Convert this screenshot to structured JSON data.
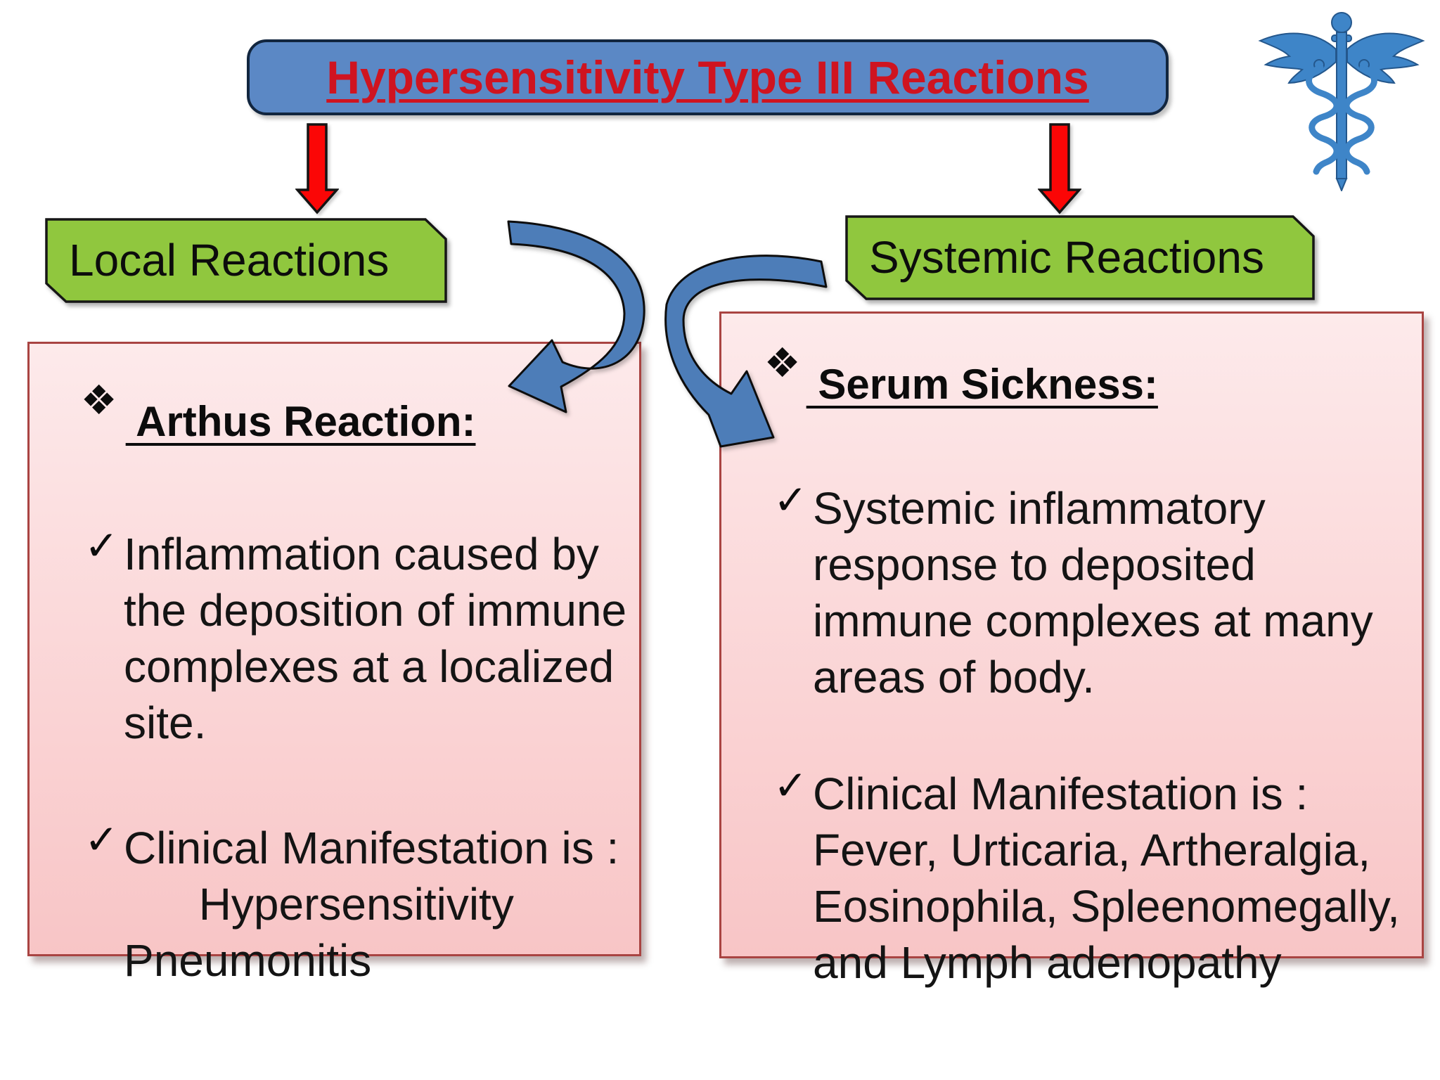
{
  "slide": {
    "title": "Hypersensitivity Type III Reactions",
    "left_branch_label": "Local Reactions",
    "right_branch_label": "Systemic Reactions"
  },
  "left_panel": {
    "bullet_glyph": "❖",
    "heading": " Arthus Reaction:",
    "check_glyph": "✓",
    "point1": "Inflammation caused by\nthe deposition of immune\ncomplexes at a localized\nsite.",
    "point2": "Clinical Manifestation is :\n      Hypersensitivity\nPneumonitis"
  },
  "right_panel": {
    "bullet_glyph": "❖",
    "heading": " Serum Sickness:",
    "check_glyph": "✓",
    "point1": "Systemic inflammatory\nresponse to deposited\nimmune complexes at many\nareas of body.",
    "point2": "Clinical Manifestation is :\nFever, Urticaria, Artheralgia,\nEosinophila, Spleenomegally,\nand Lymph adenopathy"
  },
  "icons": {
    "caduceus": "caduceus-medical-symbol",
    "red_down_arrow": "red-block-arrow-down",
    "blue_curved_arrows": "crossing-curved-arrows"
  },
  "colors": {
    "banner_blue": "#5b88c5",
    "title_red": "#cf1420",
    "branch_green": "#90c73e",
    "panel_pink_top": "#fdeaeb",
    "panel_pink_bottom": "#f8c5c6",
    "panel_border": "#a94442",
    "arrow_red": "#fb0606",
    "arrow_blue": "#4d7db8",
    "caduceus_blue": "#3e85c8"
  }
}
